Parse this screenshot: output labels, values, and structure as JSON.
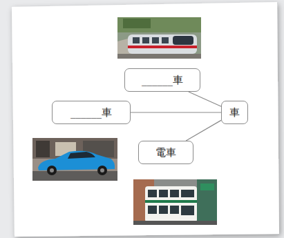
{
  "diagram": {
    "nodes": [
      {
        "text": [
          "______車"
        ]
      },
      {
        "text": [
          "______車"
        ]
      },
      {
        "text": [
          "車"
        ]
      },
      {
        "text": [
          "電車"
        ]
      }
    ],
    "edges": [
      {
        "from": 2,
        "to": 0,
        "arrow": "none"
      },
      {
        "from": 2,
        "to": 1,
        "arrow": "none"
      },
      {
        "from": 2,
        "to": 3,
        "arrow": "none"
      }
    ]
  }
}
